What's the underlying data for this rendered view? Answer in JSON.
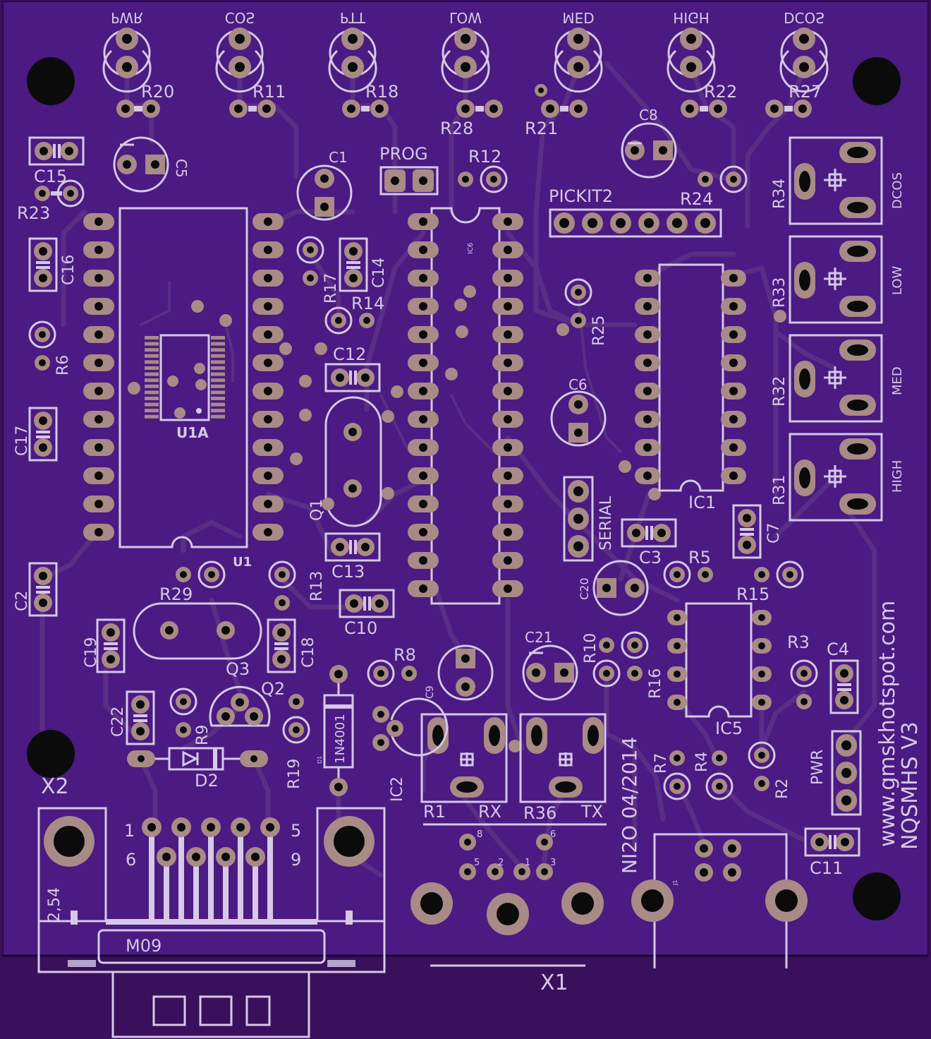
{
  "board": {
    "colors": {
      "board": "#4b1a82",
      "outer": "#3a0f5c",
      "silk": "#d6c8e6",
      "copper": "#a88a86",
      "hole": "#0b0b0b"
    },
    "leds": [
      "PWR",
      "COS",
      "PTT",
      "LOW",
      "MED",
      "HIGH",
      "DCOS"
    ],
    "labels": {
      "r20": "R20",
      "r11": "R11",
      "r18": "R18",
      "r28": "R28",
      "r21": "R21",
      "r22": "R22",
      "r27": "R27",
      "c8": "C8",
      "c5": "C5",
      "c15": "C15",
      "r23": "R23",
      "c1": "C1",
      "prog": "PROG",
      "r12": "R12",
      "pickit2": "PICKIT2",
      "r24": "R24",
      "r34": "R34",
      "dcos": "DCOS",
      "r33": "R33",
      "low": "LOW",
      "r32": "R32",
      "med": "MED",
      "r31": "R31",
      "high": "HIGH",
      "c16": "C16",
      "r17": "R17",
      "c14": "C14",
      "ic6": "IC6",
      "r14": "R14",
      "r25": "R25",
      "r6": "R6",
      "c12": "C12",
      "u1a": "U1A",
      "c6": "C6",
      "c17": "C17",
      "q1": "Q1",
      "ic1": "IC1",
      "serial": "SERIAL",
      "c7": "C7",
      "c13": "C13",
      "c3": "C3",
      "u1": "U1",
      "c2": "C2",
      "r29": "R29",
      "r13": "R13",
      "c20": "C20",
      "r5": "R5",
      "r15": "R15",
      "c10": "C10",
      "c19": "C19",
      "c18": "C18",
      "r10": "R10",
      "c21": "C21",
      "r3": "R3",
      "c4": "C4",
      "r8": "R8",
      "q3": "Q3",
      "q2": "Q2",
      "c9": "C9",
      "r16": "R16",
      "c22": "C22",
      "r9": "R9",
      "d1": "D1",
      "diode": "1N4001",
      "ic5": "IC5",
      "r19": "R19",
      "ic2": "IC2",
      "d2": "D2",
      "r7": "R7",
      "r4": "R4",
      "r2": "R2",
      "pwr": "PWR",
      "x2": "X2",
      "r1": "R1",
      "rx": "RX",
      "r36": "R36",
      "tx": "TX",
      "date": "NI2O 04/2014",
      "url": "www.gmskhotspot.com",
      "title": "NQSMHS V3",
      "c11": "C11",
      "j1": "J1",
      "db_1": "1",
      "db_5": "5",
      "db_6": "6",
      "db_9": "9",
      "pitch": "2,54",
      "m09": "M09",
      "din_8": "8",
      "din_6": "6",
      "din_5": "5",
      "din_2": "2",
      "din_1": "1",
      "din_3": "3",
      "x1": "X1"
    }
  }
}
